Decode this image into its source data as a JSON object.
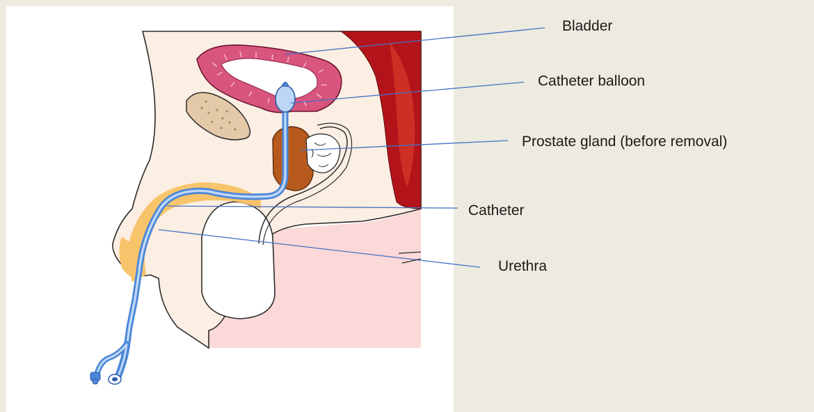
{
  "labels": {
    "bladder": "Bladder",
    "catheter_balloon": "Catheter balloon",
    "prostate_gland": "Prostate gland (before removal)",
    "catheter": "Catheter",
    "urethra": "Urethra"
  },
  "colors": {
    "background": "#edeae0",
    "panel": "#ffffff",
    "skin": "#fbeee2",
    "skin_pink": "#fbd9d8",
    "bladder": "#d8557e",
    "bladder_light": "#f3a9c0",
    "blood_red": "#b3141a",
    "prostate": "#b85a1e",
    "catheter": "#4a86d8",
    "catheter_light": "#bcd6f5",
    "urethra_tissue": "#f7c46b",
    "pointer_line": "#4472c4",
    "outline": "#2b2b2b"
  },
  "icons": {
    "catheter_connector": "catheter-connector-icon"
  }
}
